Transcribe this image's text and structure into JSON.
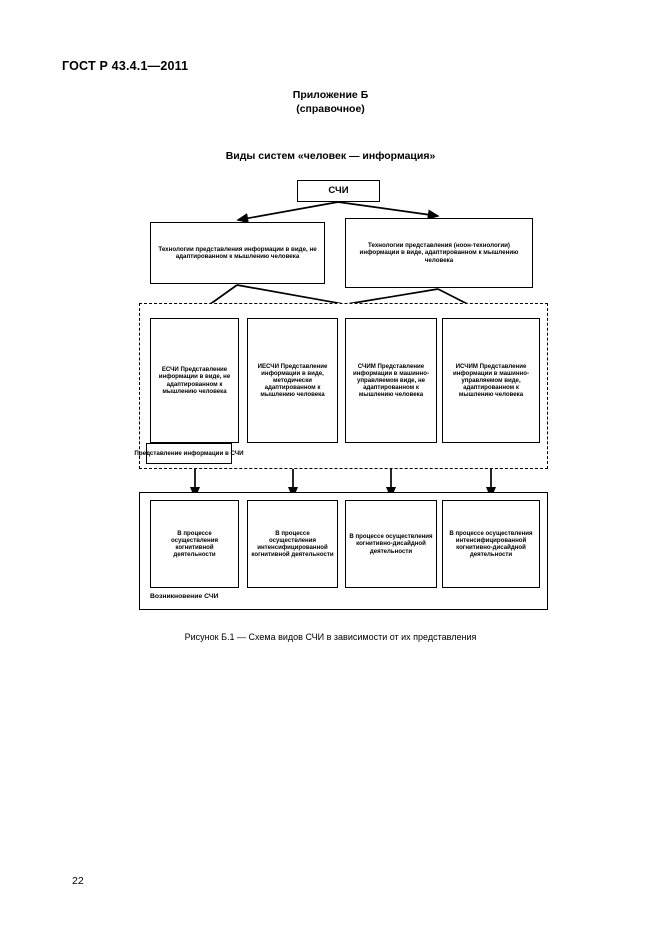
{
  "document": {
    "standard_code": "ГОСТ Р 43.4.1—2011",
    "page_number": "22"
  },
  "annex": {
    "title": "Приложение Б",
    "subtitle": "(справочное)"
  },
  "figure": {
    "title": "Виды систем «человек — информация»",
    "caption": "Рисунок Б.1 — Схема видов СЧИ в зависимости от их представления"
  },
  "chart_data": {
    "type": "diagram",
    "title": "Виды систем «человек — информация»",
    "root": {
      "id": "root",
      "label": "СЧИ"
    },
    "level1": [
      {
        "id": "tech-left",
        "label": "Технологии представления информации в виде, не адаптированном к мышлению человека"
      },
      {
        "id": "tech-right",
        "label": "Технологии представления (ноон-технологии) информации в виде, адаптированном к мышлению человека"
      }
    ],
    "level2_group_label": "Представление информации в СЧИ",
    "level2": [
      {
        "id": "mid-1",
        "abbr": "ЕСЧИ",
        "label": "ЕСЧИ Представление информации в виде, не адаптированном к мышлению человека"
      },
      {
        "id": "mid-2",
        "abbr": "ИЕСЧИ",
        "label": "ИЕСЧИ Представление информации в виде, методически адаптированном к мышлению человека"
      },
      {
        "id": "mid-3",
        "abbr": "СЧИМ",
        "label": "СЧИМ Представление информации в машинно-управляемом виде, не адаптированном к мышлению человека"
      },
      {
        "id": "mid-4",
        "abbr": "ИСЧИМ",
        "label": "ИСЧИМ Представление информации в машинно-управляемом виде, адаптированном к мышлению человека"
      }
    ],
    "level3_group_label": "Возникновение СЧИ",
    "level3": [
      {
        "id": "bot-1",
        "label": "В процессе осуществления когнитивной деятельности"
      },
      {
        "id": "bot-2",
        "label": "В процессе осуществления интенсифициро­ван­ной когнитивной деятельности"
      },
      {
        "id": "bot-3",
        "label": "В процессе осуществления когнитивно-дисайдной деятельности"
      },
      {
        "id": "bot-4",
        "label": "В процессе осуществления интенсифициро­ван­ной когнитивно-дисайдной деятельности"
      }
    ],
    "edges": [
      {
        "from": "root",
        "to": "tech-left"
      },
      {
        "from": "root",
        "to": "tech-right"
      },
      {
        "from": "tech-left",
        "to": "mid-1"
      },
      {
        "from": "tech-left",
        "to": "mid-3"
      },
      {
        "from": "tech-right",
        "to": "mid-2"
      },
      {
        "from": "tech-right",
        "to": "mid-4"
      },
      {
        "from": "mid-1",
        "to": "bot-1"
      },
      {
        "from": "mid-2",
        "to": "bot-2"
      },
      {
        "from": "mid-3",
        "to": "bot-3"
      },
      {
        "from": "mid-4",
        "to": "bot-4"
      }
    ]
  }
}
